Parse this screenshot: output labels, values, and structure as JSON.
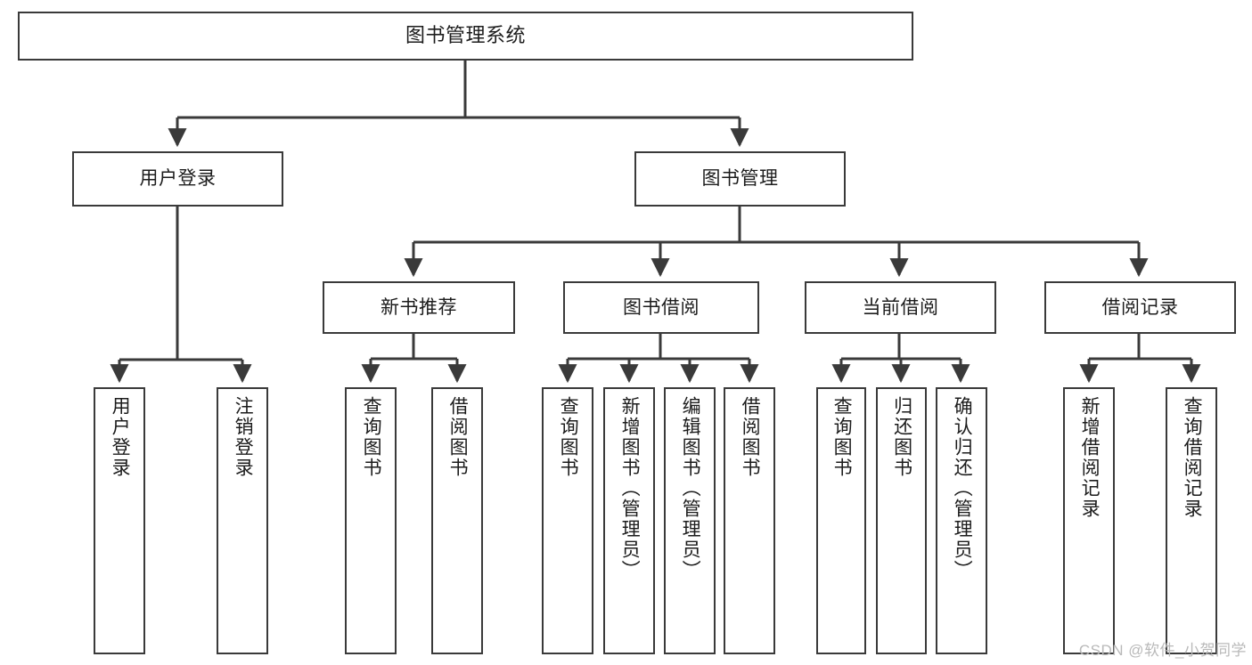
{
  "diagram": {
    "title": "图书管理系统",
    "type": "tree",
    "watermark": "CSDN @软件_小贺同学",
    "colors": {
      "box_border": "#3a3a3a",
      "box_fill": "#ffffff",
      "edge": "#3a3a3a",
      "text": "#1c1c1c",
      "watermark": "#b9b9b9",
      "background": "#ffffff"
    },
    "nodes": {
      "root": {
        "label": "图书管理系统",
        "level": 0,
        "orientation": "horizontal"
      },
      "user_login": {
        "label": "用户登录",
        "level": 1,
        "orientation": "horizontal"
      },
      "book_mgmt": {
        "label": "图书管理",
        "level": 1,
        "orientation": "horizontal"
      },
      "new_book_rec": {
        "label": "新书推荐",
        "level": 2,
        "orientation": "horizontal"
      },
      "book_borrow": {
        "label": "图书借阅",
        "level": 2,
        "orientation": "horizontal"
      },
      "current_borrow": {
        "label": "当前借阅",
        "level": 2,
        "orientation": "horizontal"
      },
      "borrow_record": {
        "label": "借阅记录",
        "level": 2,
        "orientation": "horizontal"
      },
      "leaf_user_login": {
        "label": "用户登录",
        "level": 2,
        "orientation": "vertical"
      },
      "leaf_user_logout": {
        "label": "注销登录",
        "level": 2,
        "orientation": "vertical"
      },
      "leaf_rec_query": {
        "label": "查询图书",
        "level": 3,
        "orientation": "vertical"
      },
      "leaf_rec_borrow": {
        "label": "借阅图书",
        "level": 3,
        "orientation": "vertical"
      },
      "leaf_borrow_query": {
        "label": "查询图书",
        "level": 3,
        "orientation": "vertical"
      },
      "leaf_borrow_add": {
        "label": "新增图书（管理员）",
        "level": 3,
        "orientation": "vertical"
      },
      "leaf_borrow_edit": {
        "label": "编辑图书（管理员）",
        "level": 3,
        "orientation": "vertical"
      },
      "leaf_borrow_lend": {
        "label": "借阅图书",
        "level": 3,
        "orientation": "vertical"
      },
      "leaf_cur_query": {
        "label": "查询图书",
        "level": 3,
        "orientation": "vertical"
      },
      "leaf_cur_return": {
        "label": "归还图书",
        "level": 3,
        "orientation": "vertical"
      },
      "leaf_cur_confirm": {
        "label": "确认归还（管理员）",
        "level": 3,
        "orientation": "vertical"
      },
      "leaf_rec_add": {
        "label": "新增借阅记录",
        "level": 3,
        "orientation": "vertical"
      },
      "leaf_rec_search": {
        "label": "查询借阅记录",
        "level": 3,
        "orientation": "vertical"
      }
    },
    "edges": [
      {
        "from": "root",
        "to": "user_login"
      },
      {
        "from": "root",
        "to": "book_mgmt"
      },
      {
        "from": "user_login",
        "to": "leaf_user_login"
      },
      {
        "from": "user_login",
        "to": "leaf_user_logout"
      },
      {
        "from": "book_mgmt",
        "to": "new_book_rec"
      },
      {
        "from": "book_mgmt",
        "to": "book_borrow"
      },
      {
        "from": "book_mgmt",
        "to": "current_borrow"
      },
      {
        "from": "book_mgmt",
        "to": "borrow_record"
      },
      {
        "from": "new_book_rec",
        "to": "leaf_rec_query"
      },
      {
        "from": "new_book_rec",
        "to": "leaf_rec_borrow"
      },
      {
        "from": "book_borrow",
        "to": "leaf_borrow_query"
      },
      {
        "from": "book_borrow",
        "to": "leaf_borrow_add"
      },
      {
        "from": "book_borrow",
        "to": "leaf_borrow_edit"
      },
      {
        "from": "book_borrow",
        "to": "leaf_borrow_lend"
      },
      {
        "from": "current_borrow",
        "to": "leaf_cur_query"
      },
      {
        "from": "current_borrow",
        "to": "leaf_cur_return"
      },
      {
        "from": "current_borrow",
        "to": "leaf_cur_confirm"
      },
      {
        "from": "borrow_record",
        "to": "leaf_rec_add"
      },
      {
        "from": "borrow_record",
        "to": "leaf_rec_search"
      }
    ]
  }
}
